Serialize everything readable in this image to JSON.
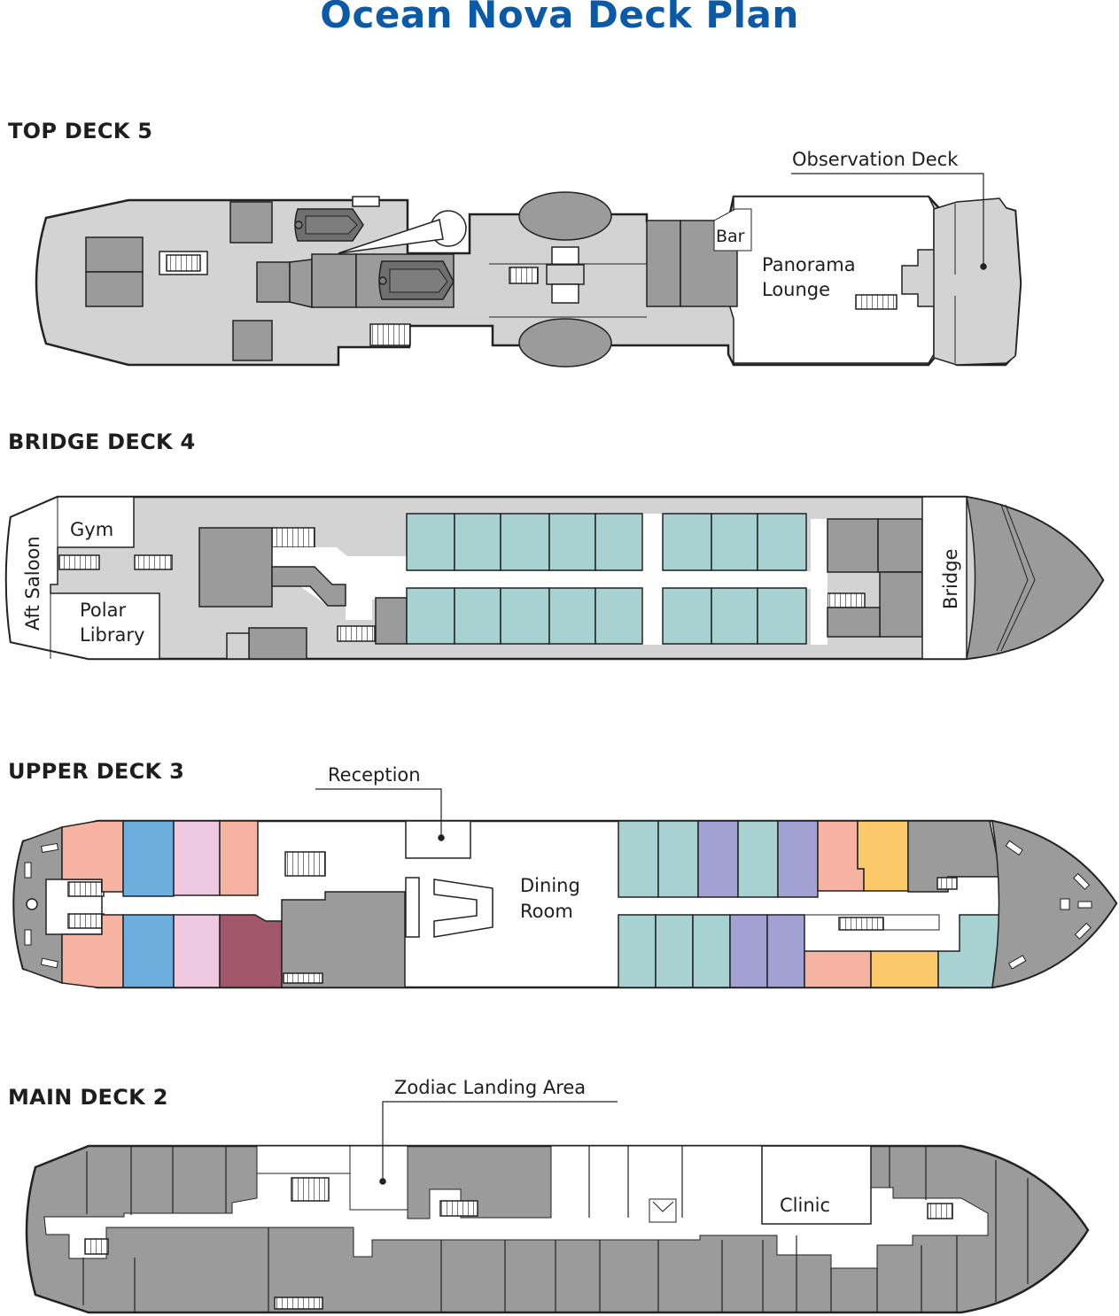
{
  "title": "Ocean Nova Deck Plan",
  "colors": {
    "title": "#0a5aa8",
    "deck_fill": "#d3d3d3",
    "room_dark": "#9b9b9b",
    "cabin_teal": "#a8d1d1",
    "cabin_salmon": "#f7b3a2",
    "cabin_blue": "#6eaedc",
    "cabin_pink": "#efc8e1",
    "cabin_maroon": "#a2566a",
    "cabin_lavender": "#a1a1d4",
    "cabin_yellow": "#fcc96a",
    "outline": "#222222"
  },
  "decks": [
    {
      "name": "TOP DECK 5",
      "labels": {
        "observation_deck": "Observation Deck",
        "bar": "Bar",
        "panorama_line1": "Panorama",
        "panorama_line2": "Lounge"
      }
    },
    {
      "name": "BRIDGE DECK 4",
      "labels": {
        "aft_saloon": "Aft Saloon",
        "gym": "Gym",
        "polar_line1": "Polar",
        "polar_line2": "Library",
        "bridge": "Bridge"
      }
    },
    {
      "name": "UPPER DECK 3",
      "labels": {
        "reception": "Reception",
        "dining_line1": "Dining",
        "dining_line2": "Room"
      }
    },
    {
      "name": "MAIN DECK 2",
      "labels": {
        "zodiac": "Zodiac Landing Area",
        "clinic": "Clinic"
      }
    }
  ]
}
